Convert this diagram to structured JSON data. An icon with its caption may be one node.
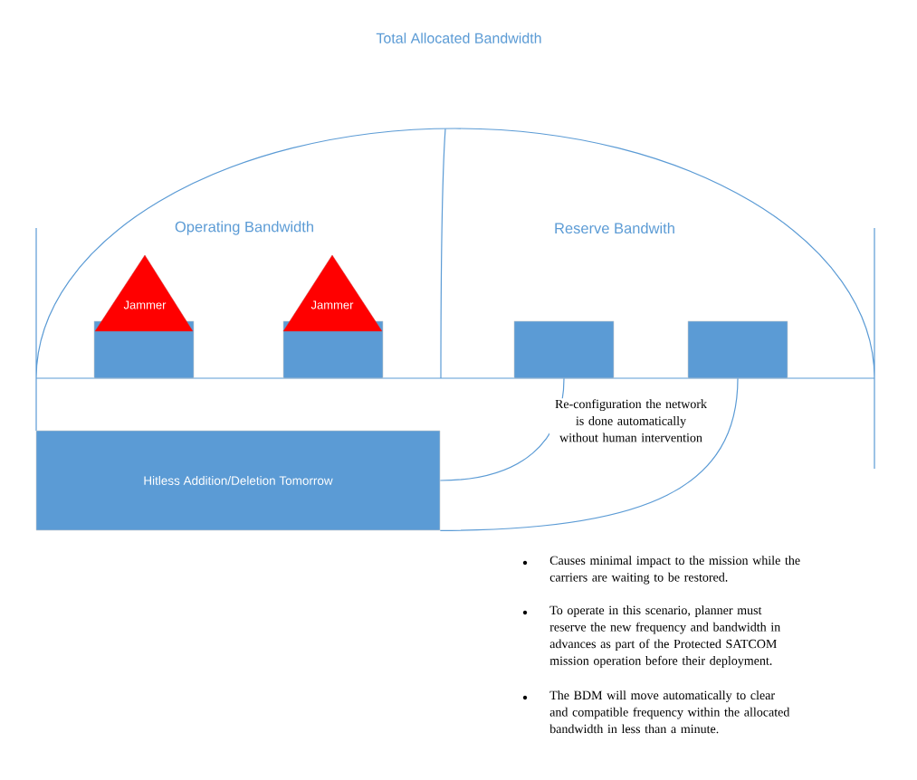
{
  "diagram": {
    "title": "Total Allocated Bandwidth",
    "nodes": [
      {
        "text": [
          "Jammer"
        ]
      },
      {
        "text": [
          "Jammer"
        ]
      },
      {
        "text": [],
        "shape": "box"
      },
      {
        "text": [],
        "shape": "box"
      },
      {
        "text": [],
        "shape": "box"
      },
      {
        "text": [],
        "shape": "box"
      },
      {
        "text": [
          "Hitless Addition/Deletion Tomorrow"
        ]
      }
    ],
    "edges": [
      {
        "from": 4,
        "to": 6,
        "arrow": "none"
      },
      {
        "from": 5,
        "to": 6,
        "arrow": "none"
      }
    ],
    "labels": [
      "Operating Bandwidth",
      "Reserve Bandwith",
      "Re-configuration the network is done automatically without human intervention",
      "Causes minimal impact to the mission while the carriers are waiting to be restored.",
      "To operate in this scenario, planner must reserve the new frequency and bandwidth in advances as part of the Protected SATCOM mission operation before their deployment.",
      "The BDM will move automatically to clear and compatible frequency within the allocated bandwidth in less than a minute."
    ]
  }
}
